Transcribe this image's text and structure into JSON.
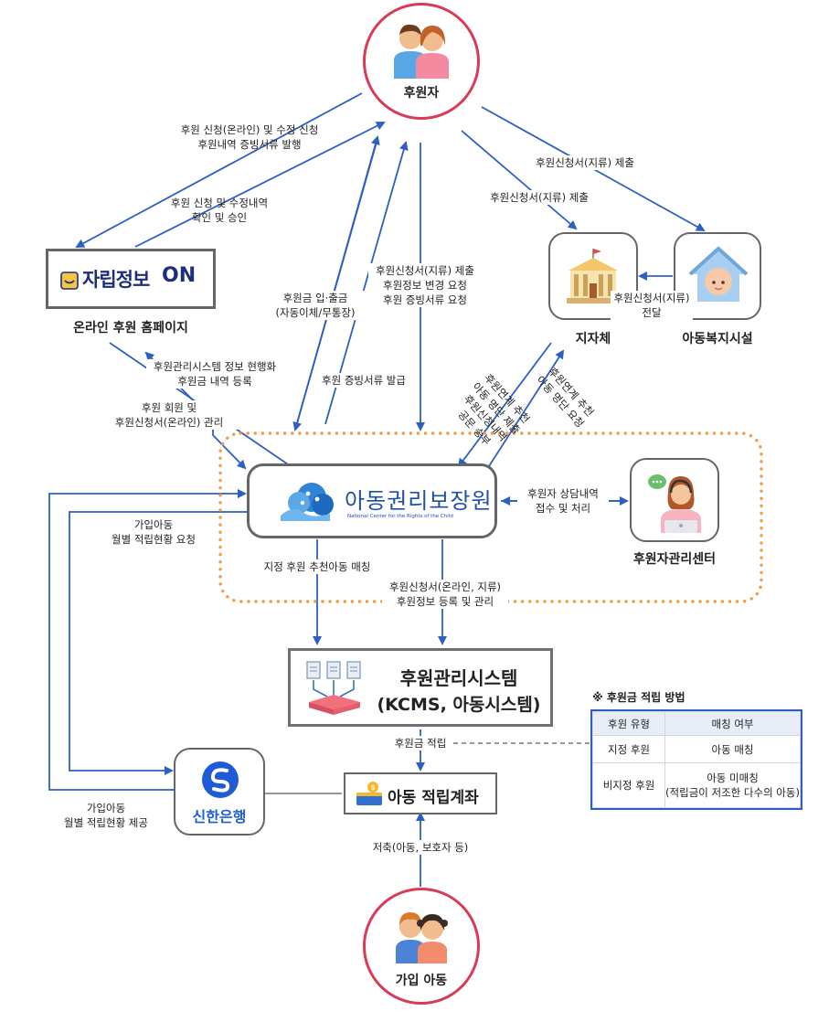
{
  "nodes": {
    "sponsor": "후원자",
    "jarip_logo": "자립정보",
    "jarip_logo_on": "ON",
    "online_homepage": "온라인 후원 홈페이지",
    "local_gov": "지자체",
    "child_facility": "아동복지시설",
    "ncrc_name_ko": "아동권리보장원",
    "ncrc_name_en": "National Center for the Rights of the Child",
    "sponsor_center": "후원자관리센터",
    "sms_line1": "후원관리시스템",
    "sms_line2": "(KCMS, 아동시스템)",
    "shinhan": "신한은행",
    "savings_account": "아동 적립계좌",
    "child": "가입 아동"
  },
  "edges": {
    "to_home_1": "후원 신청(온라인) 및 수정 신청",
    "to_home_2": "후원내역 증빙서류 발행",
    "from_home_1": "후원 신청 및 수정내역",
    "from_home_2": "확인 및 승인",
    "deposit_1": "후원금 입·출금",
    "deposit_2": "(자동이체/무통장)",
    "submit_1": "후원신청서(지류) 제출",
    "submit_2": "후원정보 변경 요청",
    "submit_3": "후원 증빙서류 요청",
    "to_gov": "후원신청서(지류) 제출",
    "to_facility": "후원신청서(지류) 제출",
    "facility_to_gov_1": "후원신청서(지류)",
    "facility_to_gov_2": "전달",
    "proof_issue": "후원 증빙서류 발급",
    "home_status_1": "후원관리시스템 정보 현행화",
    "home_status_2": "후원금 내역 등록",
    "member_mgmt_1": "후원 회원 및",
    "member_mgmt_2": "후원신청서(온라인) 관리",
    "gov_up_1": "후원연계 추천",
    "gov_up_2": "아동 명단 요청",
    "gov_down_1": "후원연계 추천",
    "gov_down_2": "아동 명단 제출",
    "gov_down_3": "후원신청내역",
    "gov_down_4": "공문 송부",
    "counsel_1": "후원자 상담내역",
    "counsel_2": "접수 및 처리",
    "monthly_req_1": "가입아동",
    "monthly_req_2": "월별 적립현황 요청",
    "match": "지정 후원 추천아동 매칭",
    "reg_1": "후원신청서(온라인, 지류)",
    "reg_2": "후원정보 등록 및 관리",
    "fund_save": "후원금 적립",
    "monthly_pro_1": "가입아동",
    "monthly_pro_2": "월별 적립현황 제공",
    "child_deposit": "저축(아동, 보호자 등)"
  },
  "method_table": {
    "title": "※ 후원금 적립 방법",
    "headers": [
      "후원 유형",
      "매칭 여부"
    ],
    "rows": [
      {
        "type": "지정 후원",
        "match": "아동 매칭"
      },
      {
        "type": "비지정 후원",
        "match": "아동 미매칭",
        "note": "(적립금이 저조한 다수의 아동)"
      }
    ]
  },
  "colors": {
    "arrow": "#2d5fc4",
    "circle": "#d93a55",
    "dotted": "#f59a45",
    "box_border": "#666666",
    "table_border": "#2d5fc4"
  },
  "icons": [
    "couple-icon",
    "government-building-icon",
    "baby-house-icon",
    "counselor-icon",
    "documents-server-icon",
    "shinhan-logo-icon",
    "wallet-coin-icon",
    "children-icon",
    "ncrc-tree-logo-icon"
  ]
}
